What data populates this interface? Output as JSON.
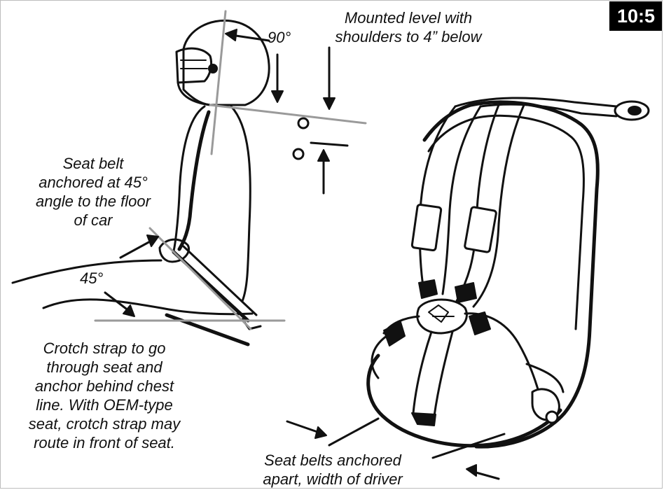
{
  "figure_number": "10:5",
  "labels": {
    "helmet_angle": "90°",
    "mounted_level_line1": "Mounted level with",
    "mounted_level_line2": "shoulders to 4” below",
    "lap_belt_line1": "Seat belt",
    "lap_belt_line2": "anchored at 45°",
    "lap_belt_line3": "angle to the floor",
    "lap_belt_line4": "of car",
    "lap_angle": "45°",
    "crotch_line1": "Crotch strap to go",
    "crotch_line2": "through seat and",
    "crotch_line3": "anchor behind chest",
    "crotch_line4": "line. With OEM-type",
    "crotch_line5": "seat, crotch strap may",
    "crotch_line6": "route in front of seat.",
    "apart_line1": "Seat belts anchored",
    "apart_line2": "apart, width of driver"
  },
  "colors": {
    "ink": "#111111",
    "guide_line": "#9a9a9a",
    "badge_background": "#000000",
    "badge_text": "#ffffff"
  },
  "icons": {
    "driver": "driver-side-view-illustration",
    "seat": "racing-seat-with-harness-illustration",
    "arrow": "arrow-icon"
  }
}
